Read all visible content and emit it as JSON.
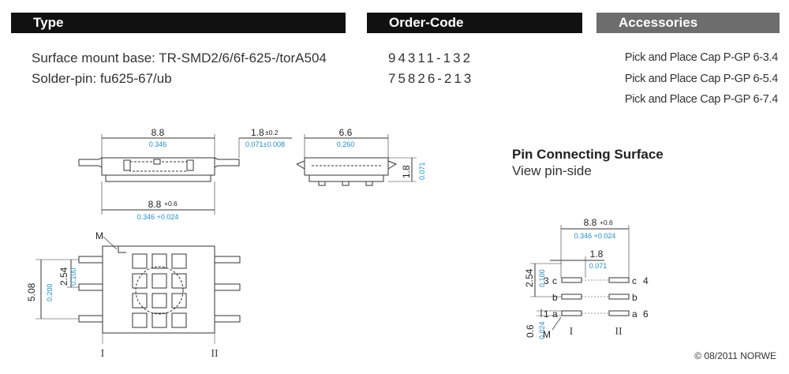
{
  "headers": {
    "type": "Type",
    "order_code": "Order-Code",
    "accessories": "Accessories"
  },
  "products": [
    {
      "type": "Surface mount base:  TR-SMD2/6/6f-625-/torA504",
      "code": "94311-132"
    },
    {
      "type": "Solder-pin:  fu625-67/ub",
      "code": "75826-213"
    }
  ],
  "accessories": [
    "Pick and Place Cap P-GP 6-3.4",
    "Pick and Place Cap P-GP 6-5.4",
    "Pick and Place Cap P-GP 6-7.4"
  ],
  "pin_surface": {
    "title": "Pin Connecting Surface",
    "subtitle": "View pin-side"
  },
  "drawing": {
    "side_top_mm": "8.8",
    "side_top_in": "0.346",
    "pin_h_mm": "1.8",
    "pin_h_tol": "±0.2",
    "pin_h_in": "0.071±0.008",
    "end_w_mm": "6.6",
    "end_w_in": "0.260",
    "end_h_mm": "1.8",
    "end_h_in": "0.071",
    "side_bot_mm": "8.8",
    "side_bot_tol": "+0.6",
    "side_bot_in": "0.346 +0.024",
    "marker_m": "M",
    "pitch_mm": "2.54",
    "pitch_in": "0.100",
    "total_mm": "5.08",
    "total_in": "0.200",
    "row_1": "I",
    "row_2": "II"
  },
  "pin_diagram": {
    "width_mm": "8.8",
    "width_tol": "+0.6",
    "width_in": "0.346 +0.024",
    "pad_mm": "1.8",
    "pad_in": "0.071",
    "pitch_mm": "2.54",
    "pitch_in": "0.100",
    "gap_mm": "0.6",
    "gap_in": "0.024",
    "pin3": "3",
    "pin4": "4",
    "pin1": "1",
    "pin6": "6",
    "letter_c": "c",
    "letter_b": "b",
    "letter_a": "a",
    "marker_m": "M",
    "row_1": "I",
    "row_2": "II"
  },
  "copyright": "© 08/2011 NORWE"
}
